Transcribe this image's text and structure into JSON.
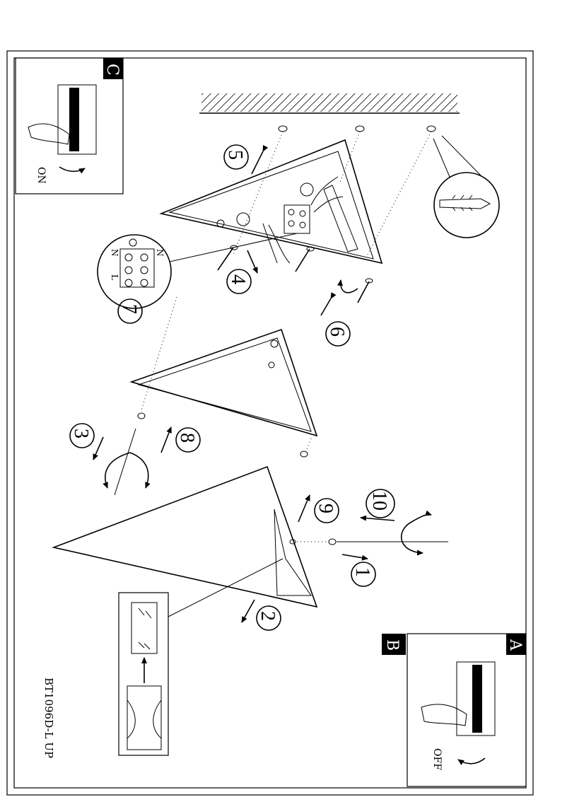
{
  "document": {
    "model": "BT1096D-L UP"
  },
  "panels": {
    "A": {
      "letter": "A",
      "switch_label": "OFF"
    },
    "B": {
      "letter": "B"
    },
    "C": {
      "letter": "C",
      "switch_label": "ON"
    }
  },
  "steps": [
    "1",
    "2",
    "3",
    "4",
    "5",
    "6",
    "7",
    "8",
    "9",
    "10"
  ],
  "wiring": {
    "terminals": [
      "N",
      "L",
      "N"
    ]
  }
}
